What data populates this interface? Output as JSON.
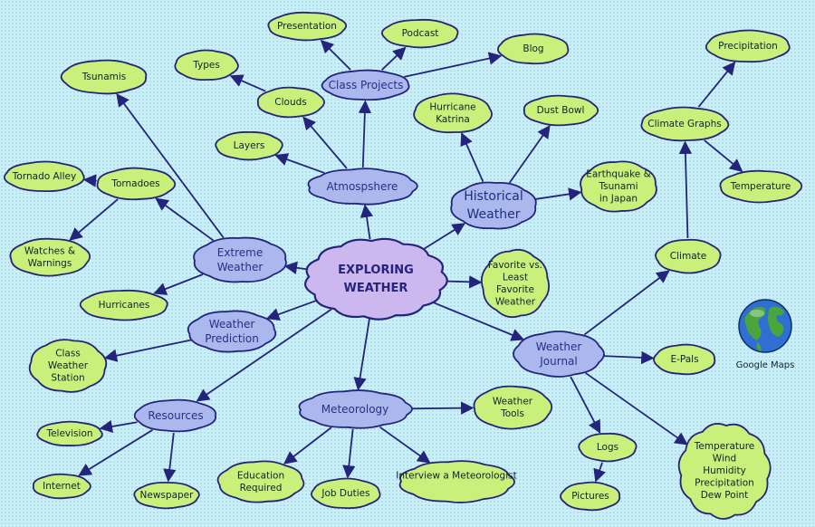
{
  "center": "EXPLORING WEATHER",
  "categories": {
    "atmosphere": "Atmospshere",
    "class_projects": "Class Projects",
    "historical_weather": "Historical Weather",
    "extreme_weather": "Extreme Weather",
    "weather_prediction": "Weather Prediction",
    "resources": "Resources",
    "meteorology": "Meteorology",
    "weather_journal": "Weather Journal"
  },
  "topics": {
    "presentation": "Presentation",
    "podcast": "Podcast",
    "blog": "Blog",
    "types": "Types",
    "clouds": "Clouds",
    "layers": "Layers",
    "tsunamis": "Tsunamis",
    "tornado_alley": "Tornado Alley",
    "tornadoes": "Tornadoes",
    "watches_warnings": "Watches & Warnings",
    "hurricanes": "Hurricanes",
    "class_weather_station": "Class Weather Station",
    "hurricane_katrina": "Hurricane Katrina",
    "dust_bowl": "Dust Bowl",
    "earthquake_tsunami": "Earthquake & Tsunami in Japan",
    "favorite_vs_least": "Favorite vs. Least Favorite Weather",
    "precipitation": "Precipitation",
    "climate_graphs": "Climate Graphs",
    "temperature": "Temperature",
    "climate": "Climate",
    "e_pals": "E-Pals",
    "google_maps": "Google Maps",
    "television": "Television",
    "internet": "Internet",
    "newspaper": "Newspaper",
    "education_required": "Education Required",
    "job_duties": "Job Duties",
    "interview_meteorologist": "Interview a Meteorologist",
    "weather_tools": "Weather Tools",
    "logs": "Logs",
    "pictures": "Pictures",
    "journal_measures": "Temperature Wind Humidity Precipitation Dew Point"
  },
  "colors": {
    "background": "#c9f0f7",
    "leaf_fill": "#c8f07a",
    "category_fill": "#aab8ee",
    "center_fill": "#ccb8ee",
    "stroke": "#24247a"
  }
}
